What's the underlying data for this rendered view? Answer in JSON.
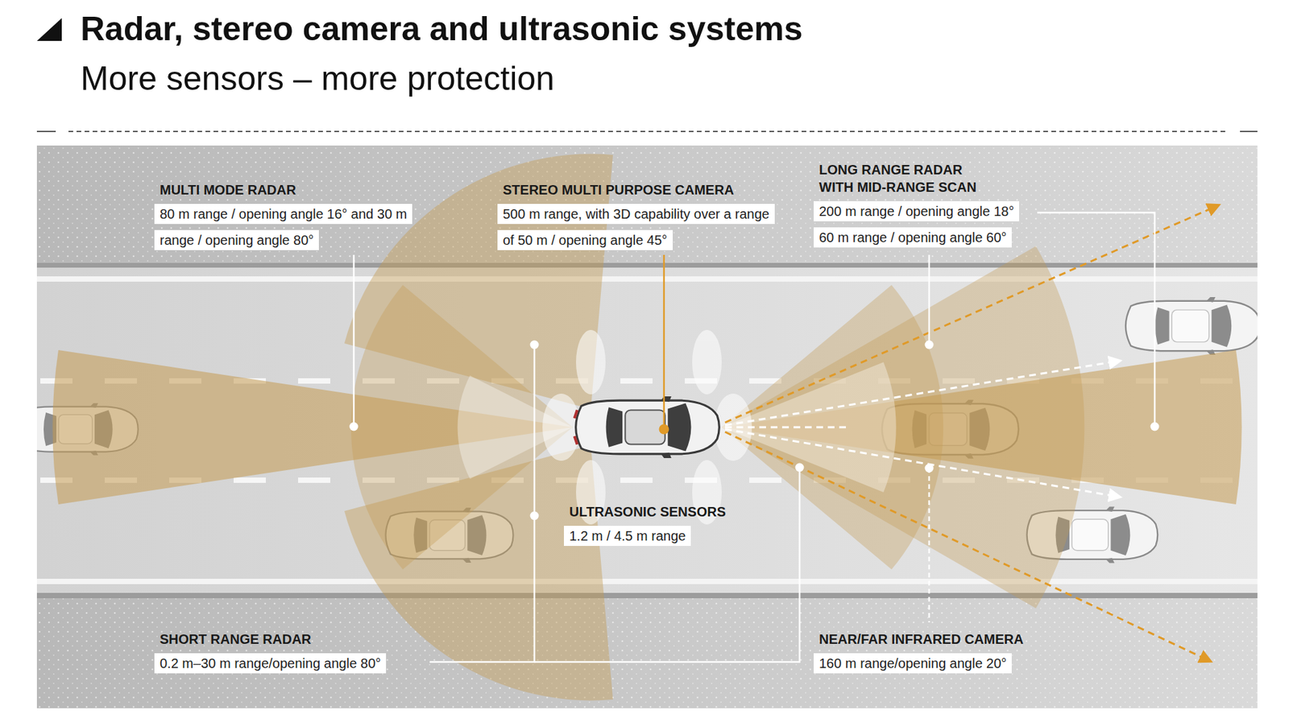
{
  "diagram": {
    "title": "Radar, stereo camera and ultrasonic systems",
    "nodes": [
      {
        "text": [
          "MULTI MODE RADAR",
          "80 m range / opening angle 16° and 30 m range / opening angle 80°"
        ]
      },
      {
        "text": [
          "STEREO MULTI PURPOSE CAMERA",
          "500 m range, with 3D capability over a range of 50 m / opening angle 45°"
        ]
      },
      {
        "text": [
          "LONG RANGE RADAR WITH MID-RANGE SCAN",
          "200 m range / opening angle 18° 60 m range / opening angle 60°"
        ]
      },
      {
        "text": [
          "ULTRASONIC SENSORS",
          "1.2 m / 4.5 m range"
        ]
      },
      {
        "text": [
          "SHORT RANGE RADAR",
          "0.2 m–30 m range/opening angle 80°"
        ]
      },
      {
        "text": [
          "NEAR/FAR INFRARED CAMERA",
          "160 m range/opening angle 20°"
        ]
      }
    ],
    "labels": [
      "More sensors – more protection"
    ]
  }
}
